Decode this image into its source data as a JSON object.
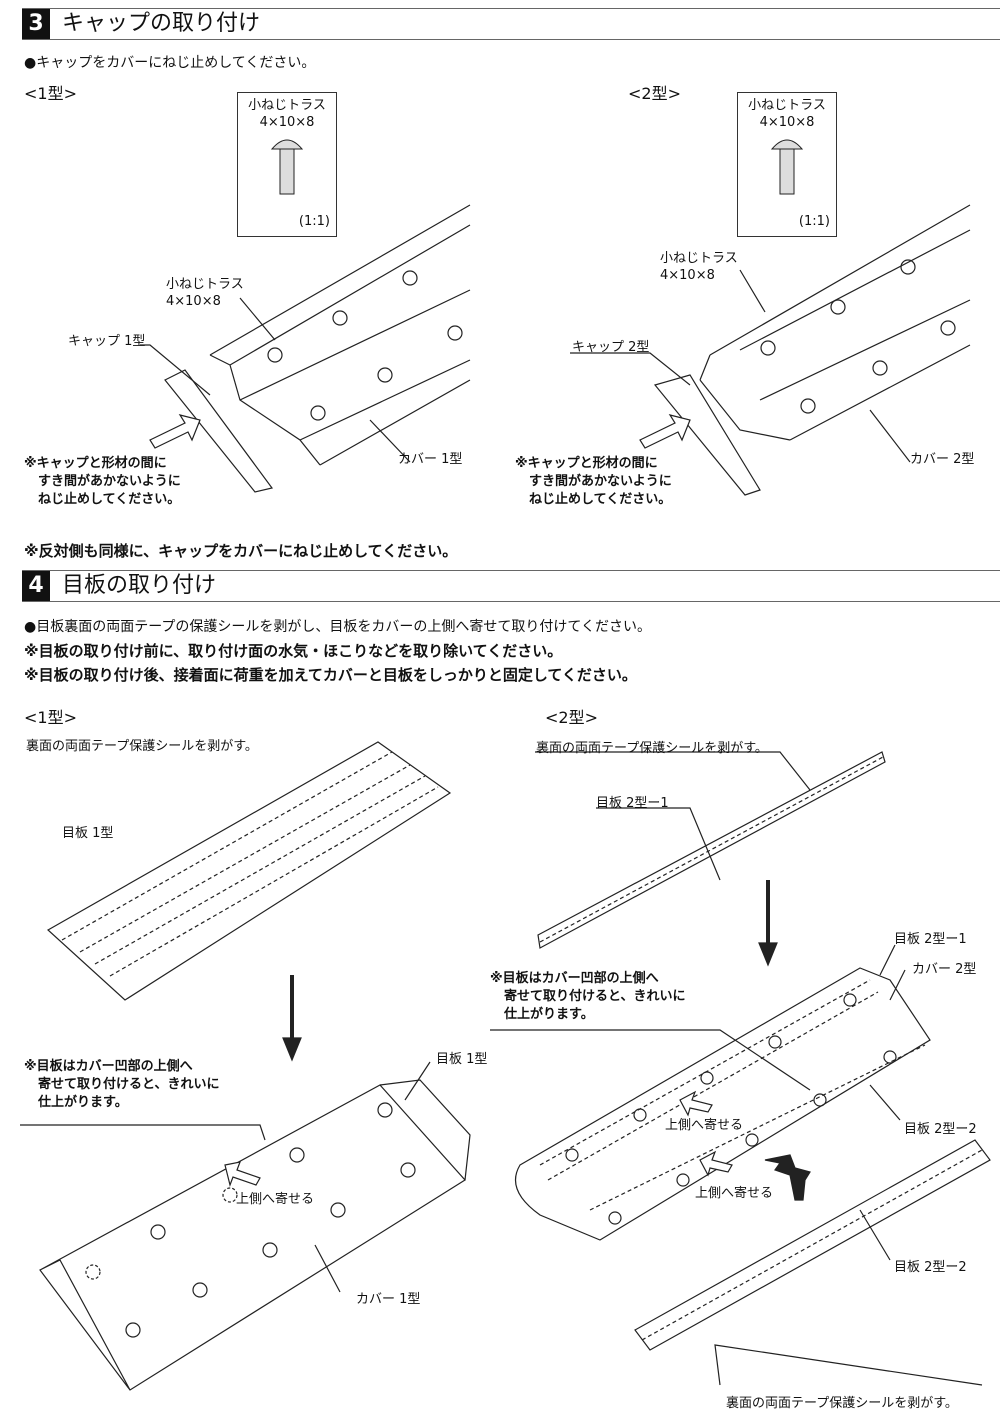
{
  "section3": {
    "number": "3",
    "title": "キャップの取り付け",
    "instruction": "●キャップをカバーにねじ止めしてください。",
    "type1": {
      "heading": "<1型>",
      "screw_name": "小ねじトラス",
      "screw_size": "4×10×8",
      "scale": "(1:1)",
      "screw_label_name": "小ねじトラス",
      "screw_label_size": "4×10×8",
      "cap_label": "キャップ 1型",
      "cover_label": "カバー 1型",
      "note": [
        "※キャップと形材の間に",
        "すき間があかないように",
        "ねじ止めしてください。"
      ]
    },
    "type2": {
      "heading": "<2型>",
      "screw_name": "小ねじトラス",
      "screw_size": "4×10×8",
      "scale": "(1:1)",
      "screw_label_name": "小ねじトラス",
      "screw_label_size": "4×10×8",
      "cap_label": "キャップ 2型",
      "cover_label": "カバー 2型",
      "note": [
        "※キャップと形材の間に",
        "すき間があかないように",
        "ねじ止めしてください。"
      ]
    },
    "footer_note": "※反対側も同様に、キャップをカバーにねじ止めしてください。"
  },
  "section4": {
    "number": "4",
    "title": "目板の取り付け",
    "instruction": "●目板裏面の両面テープの保護シールを剥がし、目板をカバーの上側へ寄せて取り付けてください。",
    "note1": "※目板の取り付け前に、取り付け面の水気・ほこりなどを取り除いてください。",
    "note2": "※目板の取り付け後、接着面に荷重を加えてカバーと目板をしっかりと固定してください。",
    "type1": {
      "heading": "<1型>",
      "peel_label": "裏面の両面テープ保護シールを剥がす。",
      "plate_label": "目板 1型",
      "plate_label2": "目板 1型",
      "cover_label": "カバー 1型",
      "shift_label": "上側へ寄せる",
      "note": [
        "※目板はカバー凹部の上側へ",
        "寄せて取り付けると、きれいに",
        "仕上がります。"
      ]
    },
    "type2": {
      "heading": "<2型>",
      "peel_label_top": "裏面の両面テープ保護シールを剥がす。",
      "plate1_label_top": "目板 2型ー1",
      "plate1_label": "目板 2型ー1",
      "cover_label": "カバー 2型",
      "plate2_label": "目板 2型ー2",
      "plate2_label_bottom": "目板 2型ー2",
      "shift_label1": "上側へ寄せる",
      "shift_label2": "上側へ寄せる",
      "peel_label_bottom": "裏面の両面テープ保護シールを剥がす。",
      "note": [
        "※目板はカバー凹部の上側へ",
        "寄せて取り付けると、きれいに",
        "仕上がります。"
      ]
    }
  }
}
